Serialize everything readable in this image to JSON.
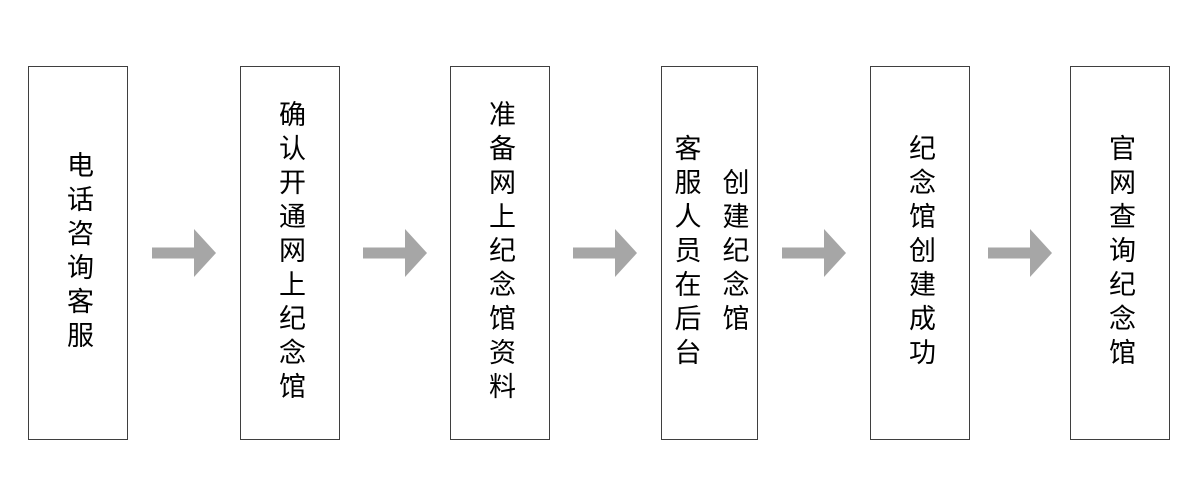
{
  "flowchart": {
    "description": "online memorial hall creation process flowchart",
    "steps": [
      {
        "label": "电话咨询客服"
      },
      {
        "label": "确认开通网上纪念馆"
      },
      {
        "label": "准备网上纪念馆资料"
      },
      {
        "label": "客服人员在后台\n创建纪念馆"
      },
      {
        "label": "纪念馆创建成功"
      },
      {
        "label": "官网查询纪念馆"
      }
    ],
    "icons": {
      "arrow_right": "→"
    },
    "colors": {
      "background": "#ffffff",
      "box_border": "#3f3f3f",
      "text": "#000000",
      "arrow": "#a6a6a6"
    }
  }
}
